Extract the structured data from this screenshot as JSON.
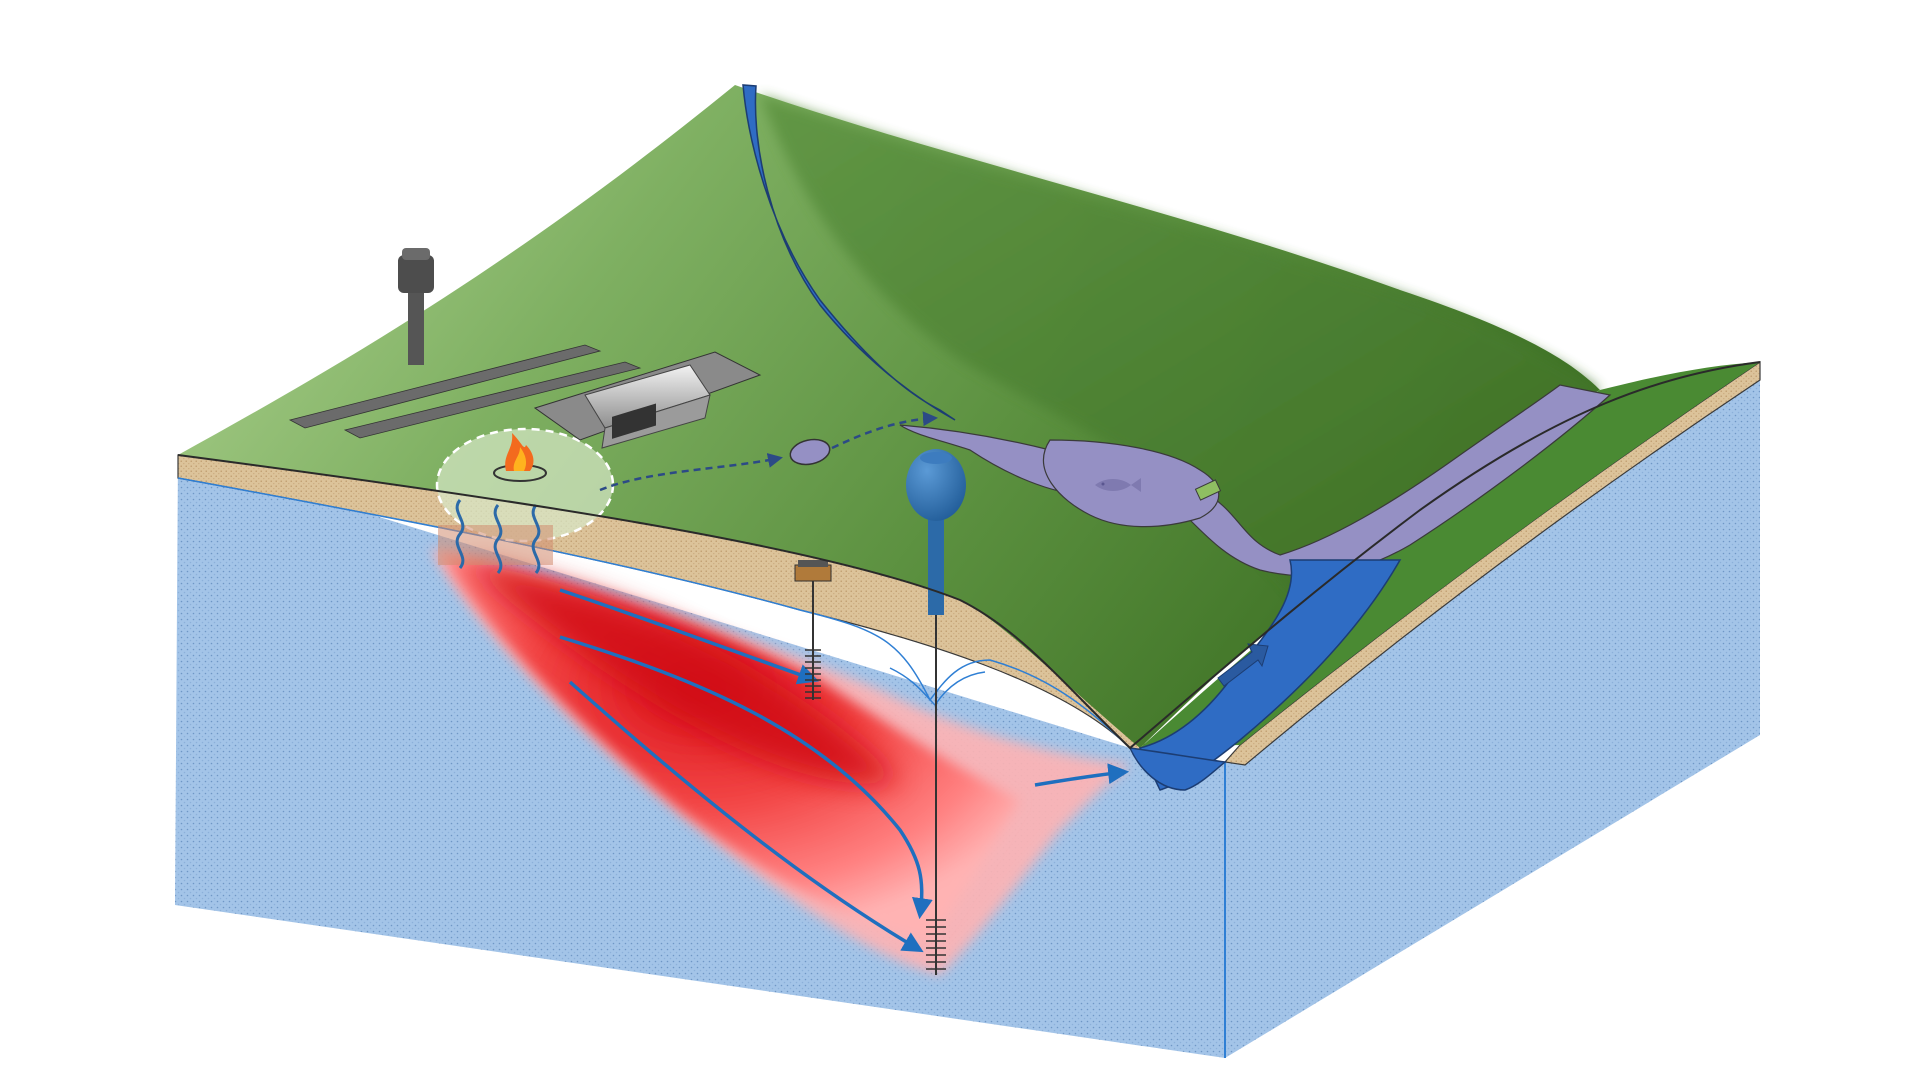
{
  "diagram": {
    "kind": "hydrogeologic block diagram",
    "elements": [
      "land-surface",
      "unsaturated-zone",
      "aquifer",
      "stream",
      "wetland",
      "fire-training-area",
      "contaminant-plume",
      "water-tower",
      "supply-well",
      "monitoring-well",
      "runway",
      "hangar",
      "detention-pond",
      "fish-icon"
    ]
  },
  "colors": {
    "grass_light": "#a9cf8a",
    "grass_dark": "#3f7326",
    "soil": "#dcc39a",
    "aquifer": "#a3c4e8",
    "stream": "#2f6cc4",
    "wetland": "#9590c4",
    "plume_core": "#e31a1c",
    "plume_edge": "#ff9a9a",
    "structure_gray": "#6b6b6b",
    "tower_blue": "#2c6aa8",
    "flow_arrow": "#1f6fbf",
    "runoff_arrow": "#2c4a86"
  }
}
